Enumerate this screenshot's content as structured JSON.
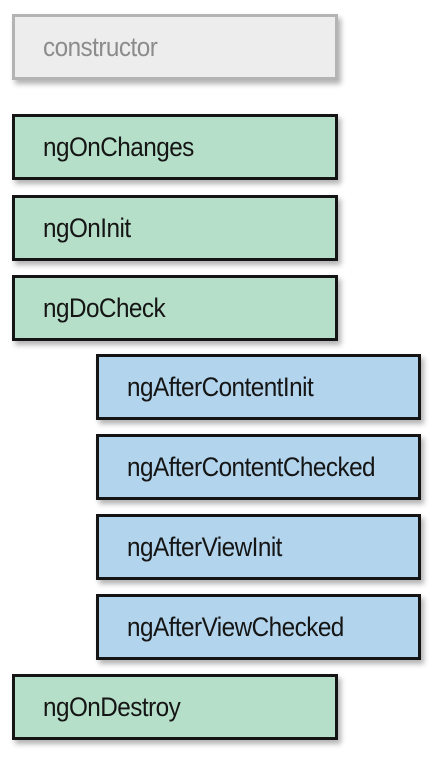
{
  "hooks": {
    "constructor": "constructor",
    "ng_on_changes": "ngOnChanges",
    "ng_on_init": "ngOnInit",
    "ng_do_check": "ngDoCheck",
    "ng_after_content_init": "ngAfterContentInit",
    "ng_after_content_checked": "ngAfterContentChecked",
    "ng_after_view_init": "ngAfterViewInit",
    "ng_after_view_checked": "ngAfterViewChecked",
    "ng_on_destroy": "ngOnDestroy"
  },
  "colors": {
    "constructor_fill": "#ededed",
    "constructor_border": "#b4b4b4",
    "constructor_text": "#8c8c8c",
    "directive_fill": "#b5dfc8",
    "component_fill": "#b2d4ec",
    "border": "#141414"
  }
}
